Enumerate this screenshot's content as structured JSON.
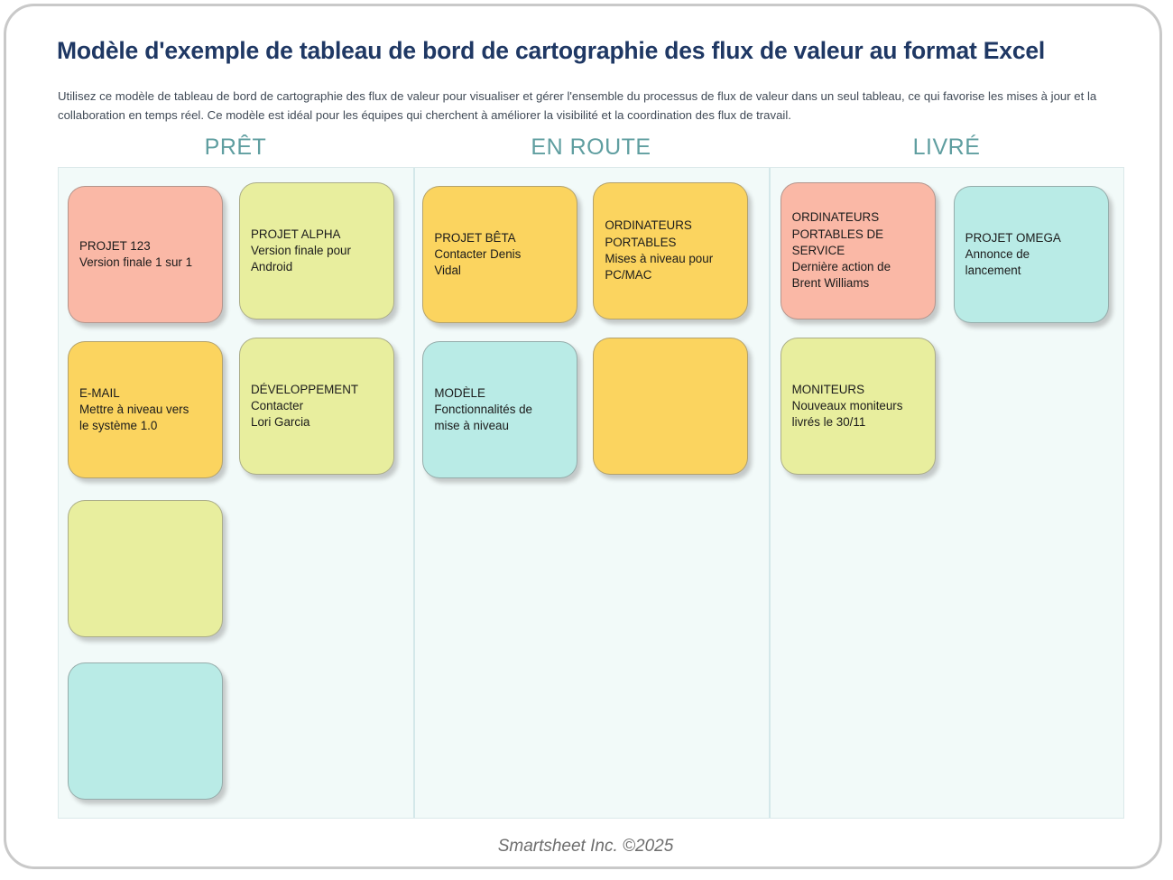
{
  "document": {
    "title": "Modèle d'exemple de tableau de bord de cartographie des flux de valeur au format Excel",
    "subtitle": "Utilisez ce modèle de tableau de bord de cartographie des flux de valeur pour visualiser et gérer l'ensemble du processus de flux de valeur dans un seul tableau, ce qui favorise les mises à jour et la collaboration en temps réel. Ce modèle est idéal pour les équipes qui cherchent à améliorer la visibilité et la coordination des flux de travail.",
    "footer": "Smartsheet Inc. ©2025"
  },
  "colors": {
    "title": "#1f3864",
    "column_header": "#5f9ea0",
    "board_background": "#f2faf9",
    "board_border": "#dbe9ea",
    "column_divider": "#d4e8ea",
    "card_salmon": "#fab8a6",
    "card_lime": "#e8ee9e",
    "card_yellow": "#fbd45f",
    "card_teal": "#b9ebe6",
    "frame_border": "#c9c9c9",
    "footer_text": "#6e6e6e"
  },
  "board": {
    "columns": [
      {
        "header": "PRÊT",
        "cards": [
          {
            "slot": "r0c0",
            "color": "card_salmon",
            "text": "PROJET 123\nVersion finale 1 sur 1"
          },
          {
            "slot": "r0c1",
            "color": "card_lime",
            "text": "PROJET ALPHA\nVersion finale pour\nAndroid"
          },
          {
            "slot": "r1c0",
            "color": "card_yellow",
            "text": "E-MAIL\nMettre à niveau vers\nle système 1.0"
          },
          {
            "slot": "r1c1",
            "color": "card_lime",
            "text": "DÉVELOPPEMENT\nContacter\nLori Garcia"
          },
          {
            "slot": "r2c0",
            "color": "card_lime",
            "text": ""
          },
          {
            "slot": "r3c0",
            "color": "card_teal",
            "text": ""
          }
        ]
      },
      {
        "header": "EN ROUTE",
        "cards": [
          {
            "slot": "r0c0",
            "color": "card_yellow",
            "text": "PROJET BÊTA\nContacter Denis\nVidal"
          },
          {
            "slot": "r0c1",
            "color": "card_yellow",
            "text": "ORDINATEURS\nPORTABLES\nMises à niveau pour\nPC/MAC"
          },
          {
            "slot": "r1c0",
            "color": "card_teal",
            "text": "MODÈLE\nFonctionnalités de\nmise à niveau"
          },
          {
            "slot": "r1c1",
            "color": "card_yellow",
            "text": ""
          }
        ]
      },
      {
        "header": "LIVRÉ",
        "cards": [
          {
            "slot": "r0c0",
            "color": "card_salmon",
            "text": "ORDINATEURS\nPORTABLES DE\nSERVICE\nDernière action de\nBrent Williams"
          },
          {
            "slot": "r0c1",
            "color": "card_teal",
            "text": "PROJET OMEGA\nAnnonce de\nlancement"
          },
          {
            "slot": "r1c0",
            "color": "card_lime",
            "text": "MONITEURS\nNouveaux moniteurs\nlivrés le 30/11"
          }
        ]
      }
    ]
  }
}
